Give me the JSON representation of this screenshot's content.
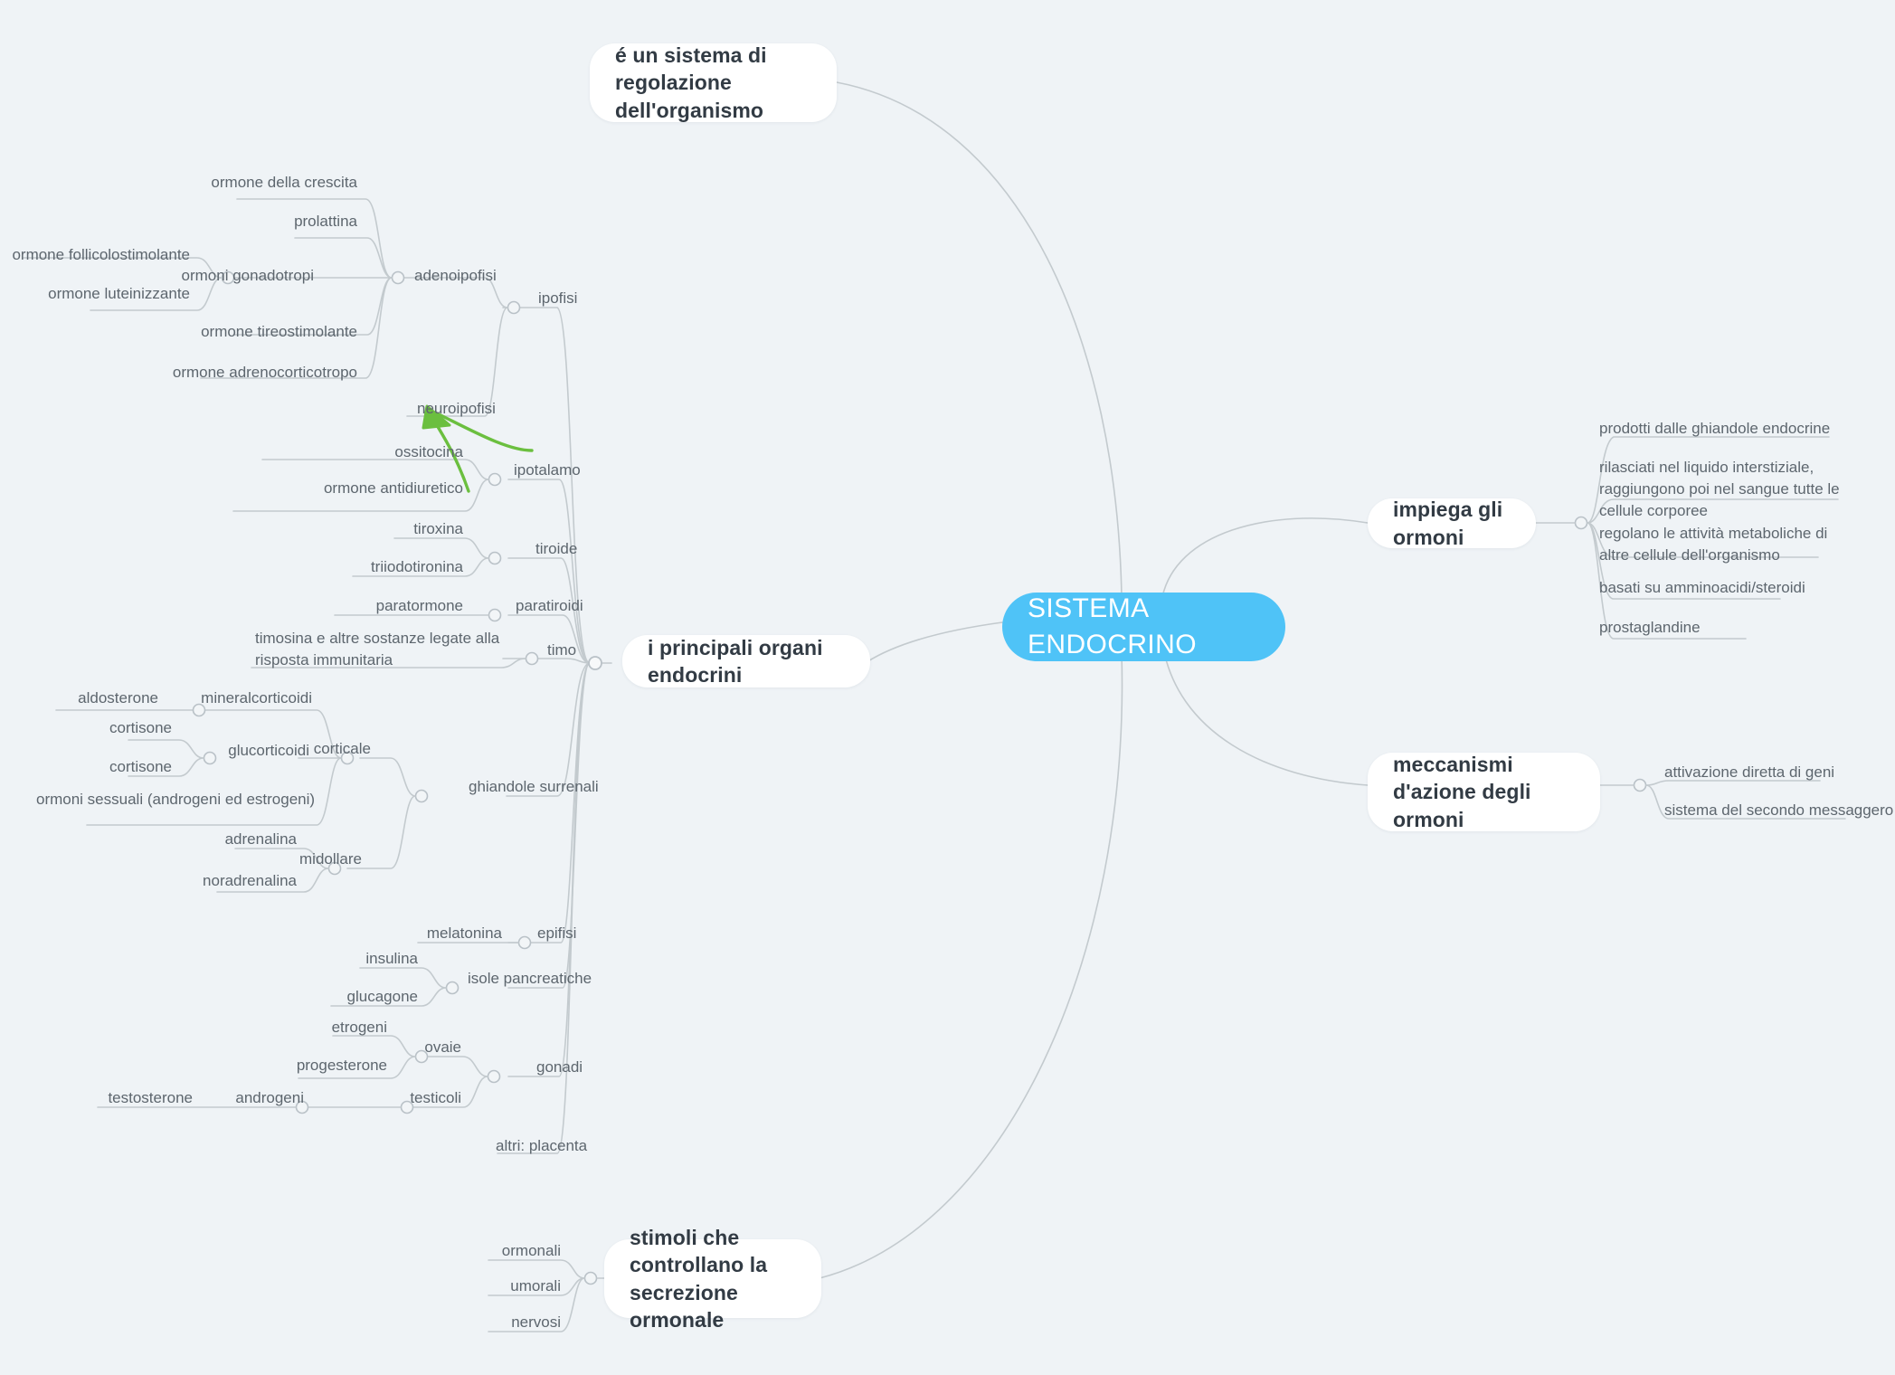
{
  "map": {
    "title": "SISTEMA ENDOCRINO",
    "theme": {
      "background": "#eff3f6",
      "center_fill": "#4fc3f7",
      "center_text": "#ffffff",
      "node_fill": "#ffffff",
      "node_text": "#323b44",
      "leaf_text": "#5d666e",
      "link_stroke": "#c3cace",
      "arrow_stroke": "#6bbf3f"
    },
    "center": {
      "label": "SISTEMA ENDOCRINO"
    },
    "branches": {
      "definition": {
        "label": "é un sistema di regolazione dell'organismo"
      },
      "ormoni": {
        "label": "impiega gli ormoni",
        "children": [
          "prodotti dalle ghiandole endocrine",
          "rilasciati nel liquido interstiziale, raggiungono poi nel sangue tutte le cellule corporee",
          "regolano le attività metaboliche di altre cellule dell'organismo",
          "basati su amminoacidi/steroidi",
          "prostaglandine"
        ]
      },
      "meccanismi": {
        "label": "meccanismi d'azione degli ormoni",
        "children": [
          "attivazione diretta di geni",
          "sistema del secondo messaggero"
        ]
      },
      "stimoli": {
        "label": "stimoli che controllano la secrezione ormonale",
        "children": [
          "ormonali",
          "umorali",
          "nervosi"
        ]
      },
      "organi": {
        "label": "i principali organi endocrini",
        "children": [
          {
            "label": "ipofisi",
            "children": [
              {
                "label": "adenoipofisi",
                "children": [
                  {
                    "label": "ormone della crescita"
                  },
                  {
                    "label": "prolattina"
                  },
                  {
                    "label": "ormoni gonadotropi",
                    "children": [
                      {
                        "label": "ormone follicolostimolante"
                      },
                      {
                        "label": "ormone luteinizzante"
                      }
                    ]
                  },
                  {
                    "label": "ormone tireostimolante"
                  },
                  {
                    "label": "ormone adrenocorticotropo"
                  }
                ]
              },
              {
                "label": "neuroipofisi"
              }
            ]
          },
          {
            "label": "ipotalamo",
            "children": [
              {
                "label": "ossitocina"
              },
              {
                "label": "ormone antidiuretico"
              }
            ]
          },
          {
            "label": "tiroide",
            "children": [
              {
                "label": "tiroxina"
              },
              {
                "label": "triiodotironina"
              }
            ]
          },
          {
            "label": "paratiroidi",
            "children": [
              {
                "label": "paratormone"
              }
            ]
          },
          {
            "label": "timo",
            "children": [
              {
                "label": "timosina e altre sostanze legate alla risposta immunitaria"
              }
            ]
          },
          {
            "label": "ghiandole surrenali",
            "children": [
              {
                "label": "corticale",
                "children": [
                  {
                    "label": "mineralcorticoidi",
                    "children": [
                      {
                        "label": "aldosterone"
                      }
                    ]
                  },
                  {
                    "label": "glucorticoidi",
                    "children": [
                      {
                        "label": "cortisone"
                      },
                      {
                        "label": "cortisone"
                      }
                    ]
                  },
                  {
                    "label": "ormoni sessuali (androgeni ed estrogeni)"
                  }
                ]
              },
              {
                "label": "midollare",
                "children": [
                  {
                    "label": "adrenalina"
                  },
                  {
                    "label": "noradrenalina"
                  }
                ]
              }
            ]
          },
          {
            "label": "epifisi",
            "children": [
              {
                "label": "melatonina"
              }
            ]
          },
          {
            "label": "isole pancreatiche",
            "children": [
              {
                "label": "insulina"
              },
              {
                "label": "glucagone"
              }
            ]
          },
          {
            "label": "gonadi",
            "children": [
              {
                "label": "ovaie",
                "children": [
                  {
                    "label": "etrogeni"
                  },
                  {
                    "label": "progesterone"
                  }
                ]
              },
              {
                "label": "testicoli",
                "children": [
                  {
                    "label": "androgeni",
                    "children": [
                      {
                        "label": "testosterone"
                      }
                    ]
                  }
                ]
              }
            ]
          },
          {
            "label": "altri: placenta"
          }
        ]
      }
    },
    "annotation": {
      "arrow": "green-curved-arrow-to-neuroipofisi"
    }
  }
}
